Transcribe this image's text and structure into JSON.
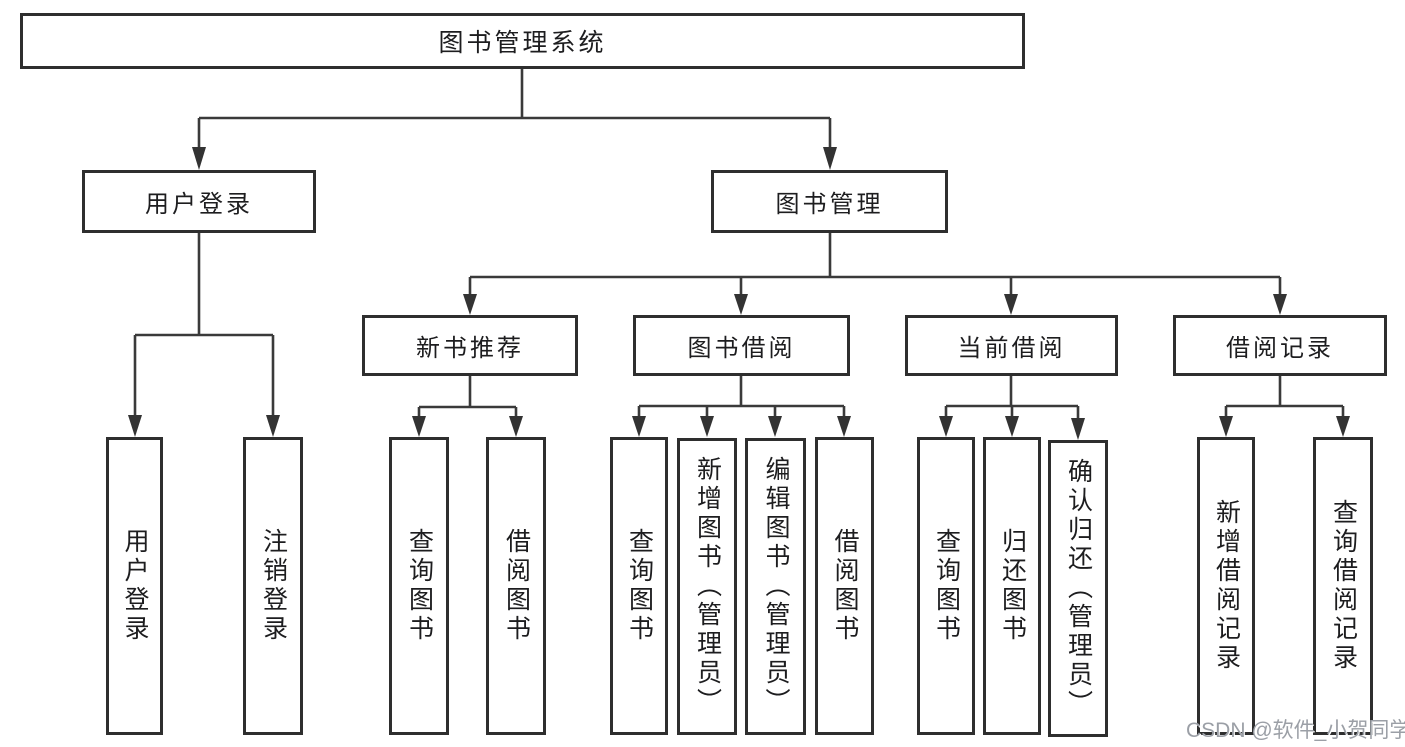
{
  "diagram": {
    "title": "图书管理系统",
    "colors": {
      "line": "#3a3a3a",
      "box_border": "#2e2e2e",
      "text": "#1d1d1f",
      "watermark": "#9b9fa6",
      "background": "#ffffff"
    },
    "tree": {
      "root": {
        "label": "图书管理系统"
      },
      "level2": [
        {
          "label": "用户登录",
          "leaves": [
            "用户登录",
            "注销登录"
          ]
        },
        {
          "label": "图书管理",
          "groups": [
            {
              "label": "新书推荐",
              "leaves": [
                "查询图书",
                "借阅图书"
              ]
            },
            {
              "label": "图书借阅",
              "leaves": [
                "查询图书",
                "新增图书（管理员）",
                "编辑图书（管理员）",
                "借阅图书"
              ]
            },
            {
              "label": "当前借阅",
              "leaves": [
                "查询图书",
                "归还图书",
                "确认归还（管理员）"
              ]
            },
            {
              "label": "借阅记录",
              "leaves": [
                "新增借阅记录",
                "查询借阅记录"
              ]
            }
          ]
        }
      ]
    },
    "watermark": "CSDN @软件_小贺同学"
  }
}
